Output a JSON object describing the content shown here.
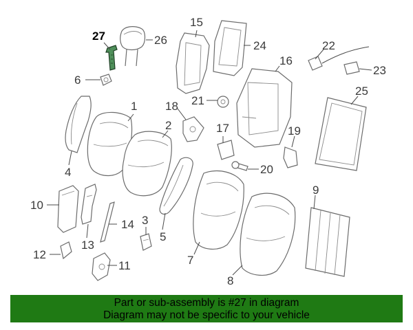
{
  "highlight_part": "27",
  "callouts": [
    {
      "id": "c1",
      "label": "1"
    },
    {
      "id": "c2",
      "label": "2"
    },
    {
      "id": "c3",
      "label": "3"
    },
    {
      "id": "c4",
      "label": "4"
    },
    {
      "id": "c5",
      "label": "5"
    },
    {
      "id": "c6",
      "label": "6"
    },
    {
      "id": "c7",
      "label": "7"
    },
    {
      "id": "c8",
      "label": "8"
    },
    {
      "id": "c9",
      "label": "9"
    },
    {
      "id": "c10",
      "label": "10"
    },
    {
      "id": "c11",
      "label": "11"
    },
    {
      "id": "c12",
      "label": "12"
    },
    {
      "id": "c13",
      "label": "13"
    },
    {
      "id": "c14",
      "label": "14"
    },
    {
      "id": "c15",
      "label": "15"
    },
    {
      "id": "c16",
      "label": "16"
    },
    {
      "id": "c17",
      "label": "17"
    },
    {
      "id": "c18",
      "label": "18"
    },
    {
      "id": "c19",
      "label": "19"
    },
    {
      "id": "c20",
      "label": "20"
    },
    {
      "id": "c21",
      "label": "21"
    },
    {
      "id": "c22",
      "label": "22"
    },
    {
      "id": "c23",
      "label": "23"
    },
    {
      "id": "c24",
      "label": "24"
    },
    {
      "id": "c25",
      "label": "25"
    },
    {
      "id": "c26",
      "label": "26"
    },
    {
      "id": "c27",
      "label": "27"
    }
  ],
  "banner": {
    "line1": "Part or sub-assembly is #27 in diagram",
    "line2": "Diagram may not be specific to your vehicle"
  },
  "colors": {
    "banner_bg": "#1f7a14",
    "highlight": "#4f8f5a"
  }
}
